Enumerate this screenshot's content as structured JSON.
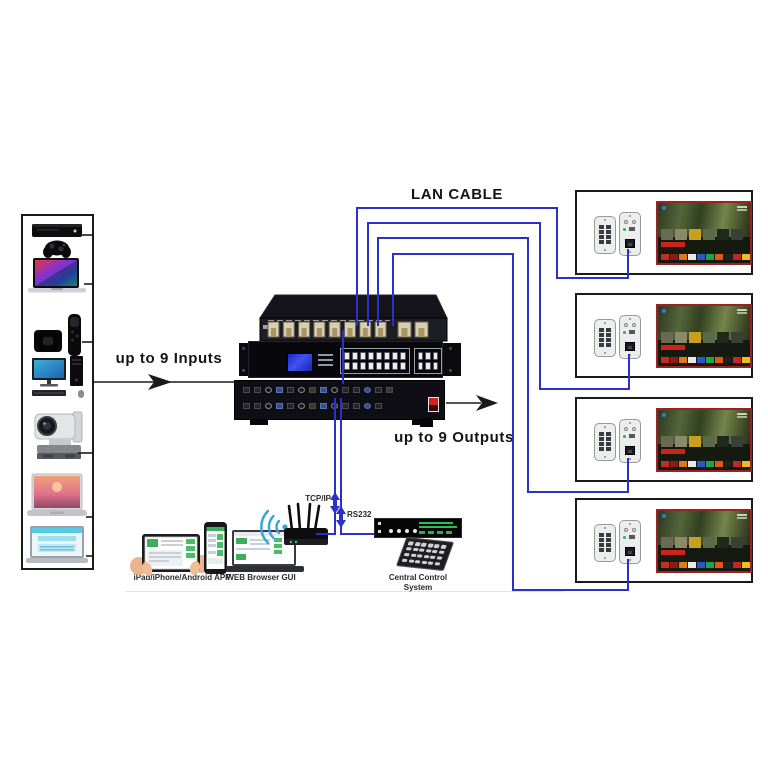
{
  "labels": {
    "lan_cable": "LAN CABLE",
    "inputs": "up to 9 Inputs",
    "outputs": "up to 9 Outputs",
    "tcp_ip": "TCP/IP",
    "rs232": "RS232",
    "app_label": "iPad/iPhone/Android APP",
    "web_label": "WEB Browser GUI",
    "ccs_label": "Central Control System"
  },
  "colors": {
    "cable_blue": "#2a30c8",
    "line_black": "#1a1a1a",
    "wifi_blue": "#38a3dc",
    "tv_bezel_red": "#9c2222",
    "lcd_blue": "#2233dd",
    "background": "#ffffff"
  },
  "input_devices": [
    {
      "name": "game-console"
    },
    {
      "name": "laptop-colorful"
    },
    {
      "name": "media-player-with-remote"
    },
    {
      "name": "desktop-computer"
    },
    {
      "name": "ptz-camera"
    },
    {
      "name": "laptop-sunset"
    },
    {
      "name": "laptop-presentation"
    }
  ],
  "displays": [
    {
      "name": "display-zone-1"
    },
    {
      "name": "display-zone-2"
    },
    {
      "name": "display-zone-3"
    },
    {
      "name": "display-zone-4"
    }
  ]
}
